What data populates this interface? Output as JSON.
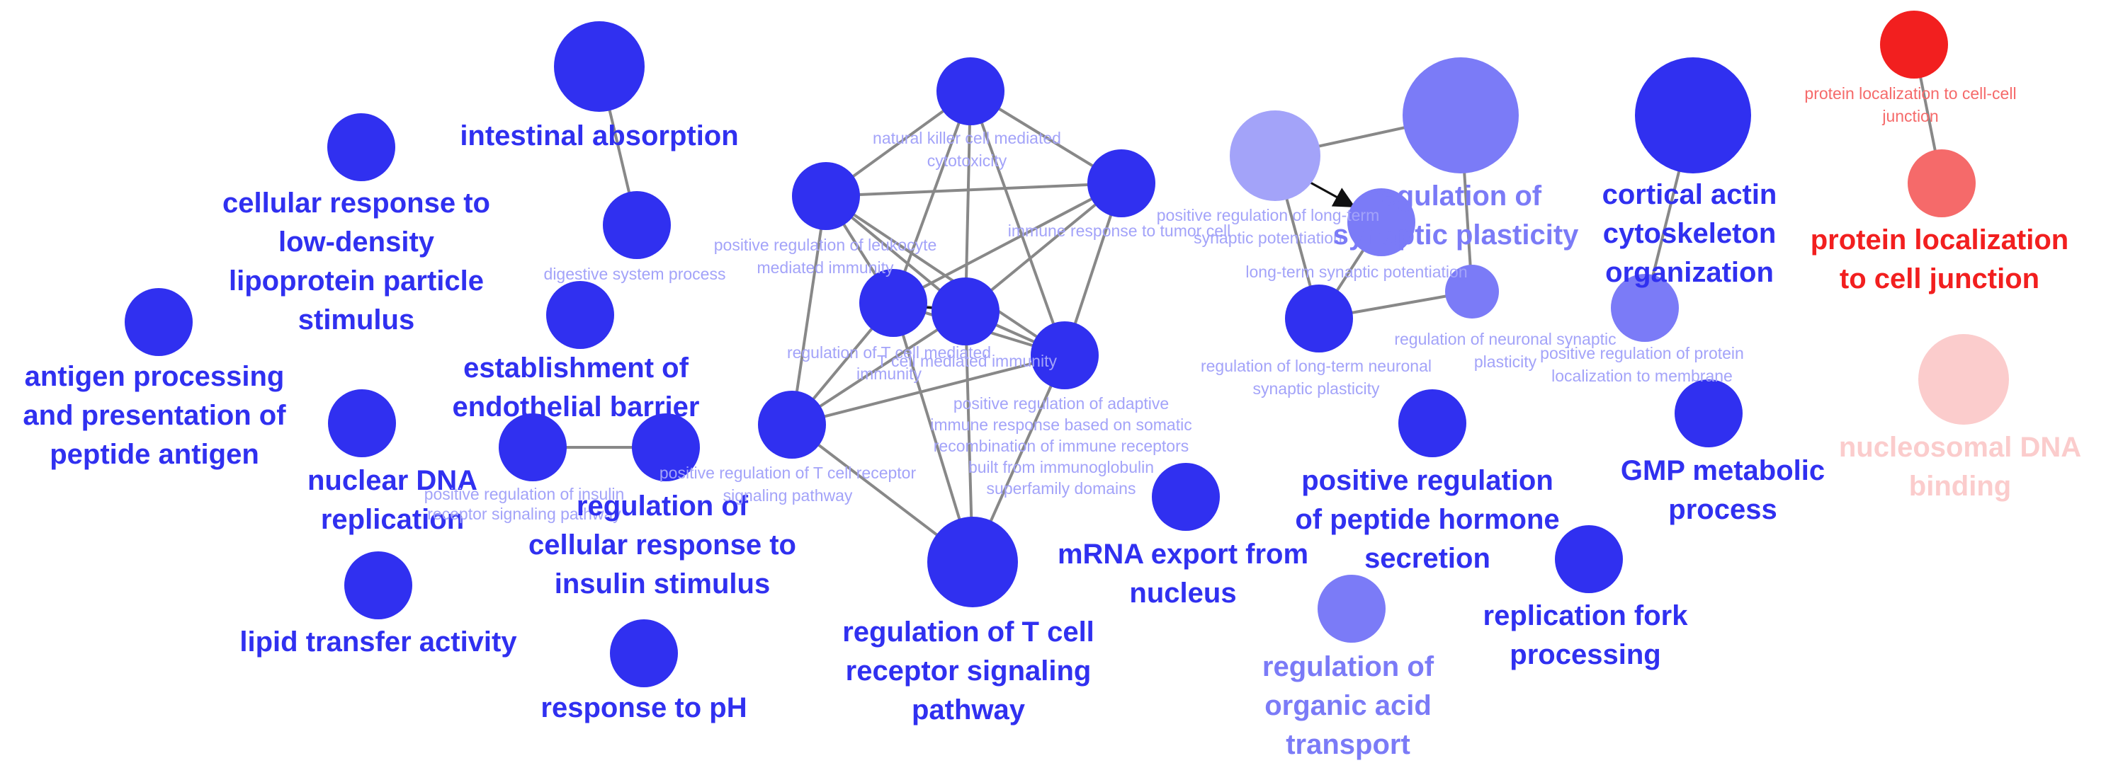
{
  "colors": {
    "blue": "#3030f0",
    "blue_light": "#7b7bf7",
    "blue_lighter": "#a3a3f9",
    "red": "#f21f1f",
    "red_medium": "#f56a6a",
    "pink_pale": "#fbcccc",
    "edge": "#888888",
    "arrow": "#111111"
  },
  "nodes": [
    {
      "id": "intestinal-absorption",
      "color": "blue"
    },
    {
      "id": "cellular-response-ldl",
      "color": "blue"
    },
    {
      "id": "digestive-system-process",
      "color": "blue"
    },
    {
      "id": "antigen-processing",
      "color": "blue"
    },
    {
      "id": "establishment-endothelial-barrier",
      "color": "blue"
    },
    {
      "id": "nuclear-dna-replication",
      "color": "blue"
    },
    {
      "id": "positive-regulation-insulin-receptor",
      "color": "blue"
    },
    {
      "id": "regulation-cellular-response-insulin",
      "color": "blue"
    },
    {
      "id": "lipid-transfer-activity",
      "color": "blue"
    },
    {
      "id": "response-to-ph",
      "color": "blue"
    },
    {
      "id": "natural-killer-cytotoxicity",
      "color": "blue"
    },
    {
      "id": "positive-regulation-leukocyte-immunity",
      "color": "blue"
    },
    {
      "id": "immune-response-tumor-cell",
      "color": "blue"
    },
    {
      "id": "regulation-t-cell-immunity",
      "color": "blue"
    },
    {
      "id": "t-cell-mediated-immunity",
      "color": "blue"
    },
    {
      "id": "positive-regulation-adaptive-immune",
      "color": "blue"
    },
    {
      "id": "positive-regulation-tcr-pathway",
      "color": "blue"
    },
    {
      "id": "regulation-tcr-pathway",
      "color": "blue"
    },
    {
      "id": "mrna-export",
      "color": "blue"
    },
    {
      "id": "ltp-large-node",
      "color": "blue_lighter"
    },
    {
      "id": "regulation-synaptic-plasticity",
      "color": "blue_light"
    },
    {
      "id": "positive-regulation-ltp",
      "color": "blue_light"
    },
    {
      "id": "long-term-synaptic-potentiation",
      "color": "blue_light"
    },
    {
      "id": "regulation-lt-neuronal-plasticity",
      "color": "blue"
    },
    {
      "id": "positive-regulation-peptide-hormone",
      "color": "blue"
    },
    {
      "id": "regulation-organic-acid-transport",
      "color": "blue_light"
    },
    {
      "id": "cortical-actin",
      "color": "blue"
    },
    {
      "id": "positive-regulation-protein-membrane",
      "color": "blue_light"
    },
    {
      "id": "gmp-metabolic",
      "color": "blue"
    },
    {
      "id": "replication-fork",
      "color": "blue"
    },
    {
      "id": "protein-localization-cell-cell-junction",
      "color": "red"
    },
    {
      "id": "protein-localization-cell-junction",
      "color": "red_medium"
    },
    {
      "id": "nucleosomal-dna-binding",
      "color": "pink_pale"
    }
  ],
  "edges": [
    [
      "intestinal-absorption",
      "digestive-system-process"
    ],
    [
      "positive-regulation-insulin-receptor",
      "regulation-cellular-response-insulin"
    ],
    [
      "natural-killer-cytotoxicity",
      "positive-regulation-leukocyte-immunity"
    ],
    [
      "natural-killer-cytotoxicity",
      "immune-response-tumor-cell"
    ],
    [
      "natural-killer-cytotoxicity",
      "regulation-t-cell-immunity"
    ],
    [
      "natural-killer-cytotoxicity",
      "t-cell-mediated-immunity"
    ],
    [
      "natural-killer-cytotoxicity",
      "positive-regulation-adaptive-immune"
    ],
    [
      "positive-regulation-leukocyte-immunity",
      "immune-response-tumor-cell"
    ],
    [
      "positive-regulation-leukocyte-immunity",
      "regulation-t-cell-immunity"
    ],
    [
      "positive-regulation-leukocyte-immunity",
      "t-cell-mediated-immunity"
    ],
    [
      "positive-regulation-leukocyte-immunity",
      "positive-regulation-adaptive-immune"
    ],
    [
      "positive-regulation-leukocyte-immunity",
      "positive-regulation-tcr-pathway"
    ],
    [
      "immune-response-tumor-cell",
      "regulation-t-cell-immunity"
    ],
    [
      "immune-response-tumor-cell",
      "t-cell-mediated-immunity"
    ],
    [
      "immune-response-tumor-cell",
      "positive-regulation-adaptive-immune"
    ],
    [
      "regulation-t-cell-immunity",
      "t-cell-mediated-immunity"
    ],
    [
      "regulation-t-cell-immunity",
      "positive-regulation-adaptive-immune"
    ],
    [
      "regulation-t-cell-immunity",
      "positive-regulation-tcr-pathway"
    ],
    [
      "regulation-t-cell-immunity",
      "regulation-tcr-pathway"
    ],
    [
      "t-cell-mediated-immunity",
      "positive-regulation-adaptive-immune"
    ],
    [
      "t-cell-mediated-immunity",
      "positive-regulation-tcr-pathway"
    ],
    [
      "t-cell-mediated-immunity",
      "regulation-tcr-pathway"
    ],
    [
      "positive-regulation-adaptive-immune",
      "positive-regulation-tcr-pathway"
    ],
    [
      "positive-regulation-adaptive-immune",
      "regulation-tcr-pathway"
    ],
    [
      "positive-regulation-tcr-pathway",
      "regulation-tcr-pathway"
    ],
    [
      "ltp-large-node",
      "regulation-synaptic-plasticity"
    ],
    [
      "ltp-large-node",
      "regulation-lt-neuronal-plasticity"
    ],
    [
      "regulation-synaptic-plasticity",
      "long-term-synaptic-potentiation"
    ],
    [
      "regulation-lt-neuronal-plasticity",
      "long-term-synaptic-potentiation"
    ],
    [
      "regulation-lt-neuronal-plasticity",
      "positive-regulation-ltp"
    ],
    [
      "cortical-actin",
      "positive-regulation-protein-membrane"
    ],
    [
      "protein-localization-cell-cell-junction",
      "protein-localization-cell-junction"
    ]
  ],
  "labels": {
    "intestinal_absorption": "intestinal absorption",
    "cellular_response_ldl": [
      "cellular response to",
      "low-density",
      "lipoprotein particle",
      "stimulus"
    ],
    "digestive_system_process": "digestive system process",
    "antigen_processing": [
      "antigen processing",
      "and presentation of",
      "peptide antigen"
    ],
    "establishment_endothelial_barrier": [
      "establishment of",
      "endothelial barrier"
    ],
    "nuclear_dna_replication": [
      "nuclear DNA",
      "replication"
    ],
    "positive_regulation_insulin_receptor": [
      "positive regulation of insulin",
      "receptor signaling pathway"
    ],
    "regulation_cellular_response_insulin": [
      "regulation of",
      "cellular response to",
      "insulin stimulus"
    ],
    "lipid_transfer_activity": "lipid transfer activity",
    "response_to_ph": "response to pH",
    "natural_killer": [
      "natural killer cell mediated",
      "cytotoxicity"
    ],
    "positive_regulation_leukocyte": [
      "positive regulation of leukocyte",
      "mediated immunity"
    ],
    "immune_response_tumor": "immune response to tumor cell",
    "regulation_t_cell_immunity": [
      "regulation of T cell mediated",
      "immunity"
    ],
    "t_cell_mediated_immunity": "T cell mediated immunity",
    "positive_regulation_adaptive": [
      "positive regulation of adaptive",
      "immune response based on somatic",
      "recombination of immune receptors",
      "built from immunoglobulin",
      "superfamily domains"
    ],
    "positive_regulation_tcr": [
      "positive regulation of T cell receptor",
      "signaling pathway"
    ],
    "regulation_tcr": [
      "regulation of T cell",
      "receptor signaling",
      "pathway"
    ],
    "mrna_export": [
      "mRNA export from",
      "nucleus"
    ],
    "positive_regulation_ltp": [
      "positive regulation of long-term",
      "synaptic potentiation"
    ],
    "regulation_synaptic_plasticity": [
      "regulation of",
      "synaptic plasticity"
    ],
    "long_term_synaptic_potentiation": "long-term synaptic potentiation",
    "regulation_neuronal_synaptic": [
      "regulation of neuronal synaptic",
      "plasticity"
    ],
    "regulation_lt_neuronal": [
      "regulation of long-term neuronal",
      "synaptic plasticity"
    ],
    "positive_regulation_peptide_hormone": [
      "positive regulation",
      "of peptide hormone",
      "secretion"
    ],
    "regulation_organic_acid": [
      "regulation of",
      "organic acid",
      "transport"
    ],
    "cortical_actin": [
      "cortical actin",
      "cytoskeleton",
      "organization"
    ],
    "positive_regulation_protein_membrane": [
      "positive regulation of protein",
      "localization to membrane"
    ],
    "gmp_metabolic": [
      "GMP metabolic",
      "process"
    ],
    "replication_fork": [
      "replication fork",
      "processing"
    ],
    "protein_localization_cell_cell": [
      "protein localization to cell-cell",
      "junction"
    ],
    "protein_localization_cell_junction": [
      "protein localization",
      "to cell junction"
    ],
    "nucleosomal_dna_binding": [
      "nucleosomal DNA",
      "binding"
    ]
  }
}
